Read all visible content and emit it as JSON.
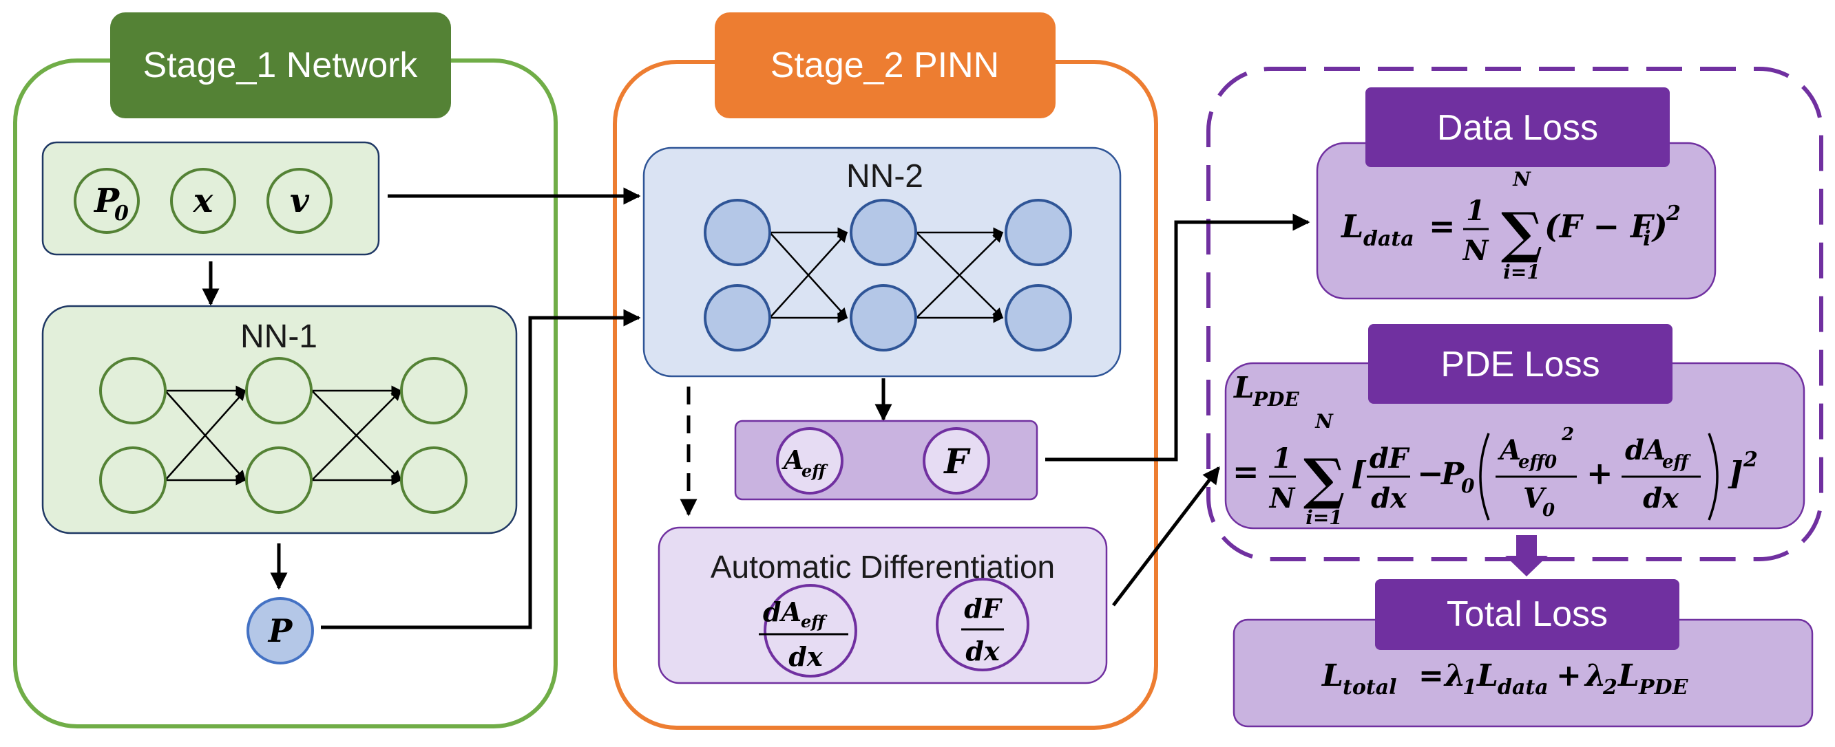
{
  "colors": {
    "stage1_border": "#70AD47",
    "stage1_header": "#548235",
    "stage1_fill": "#E2EFDA",
    "stage2_border": "#ED7D31",
    "stage2_header": "#ED7D31",
    "nn2_fill": "#DAE3F3",
    "node_blue": "#B4C7E7",
    "node_blue_stroke": "#2F5597",
    "loss_header": "#7030A0",
    "loss_fill": "#C9B3E0",
    "ad_fill": "#E6DCF3",
    "dash_border": "#7030A0"
  },
  "stage1": {
    "title": "Stage_1 Network",
    "inputs": [
      "P",
      "x",
      "v"
    ],
    "input_p_sub": "0",
    "nn_title": "NN-1",
    "output": "P"
  },
  "stage2": {
    "title": "Stage_2 PINN",
    "nn_title": "NN-2",
    "out_a": "A",
    "out_a_sub": "eff",
    "out_f": "F",
    "ad_title": "Automatic Differentiation",
    "ad_da_num": "dA",
    "ad_da_num_sub": "eff",
    "ad_df_num": "dF",
    "ad_den": "dx"
  },
  "losses": {
    "data": {
      "title": "Data Loss",
      "lhs": "L",
      "lhs_sub": "data",
      "eq": "=",
      "frac_num": "1",
      "frac_den": "N",
      "sum_top": "N",
      "sum_bottom": "i=1",
      "sigma": "∑",
      "term": "(F − F",
      "term_sub": "i",
      "term_end": ")",
      "power": "2"
    },
    "pde": {
      "title": "PDE Loss",
      "lhs": "L",
      "lhs_sub": "PDE",
      "eq": "=",
      "frac_num": "1",
      "frac_den": "N",
      "sum_top": "N",
      "sum_bottom": "i=1",
      "sigma": "∑",
      "open_bracket": "[",
      "df": "dF",
      "dx": "dx",
      "minus": "−",
      "p0": "P",
      "p0_sub": "0",
      "a_eff0": "A",
      "a_eff0_sub": "eff0",
      "sq": "2",
      "v0": "V",
      "v0_sub": "0",
      "plus": "+",
      "da_eff": "dA",
      "da_eff_sub": "eff",
      "close": "]",
      "power": "2"
    },
    "total": {
      "title": "Total Loss",
      "lhs": "L",
      "lhs_sub": "total",
      "eq": "=",
      "lambda": "λ",
      "l1_sub": "1",
      "l2_sub": "2",
      "ldata_sub": "data",
      "lpde_sub": "PDE",
      "plus": "+"
    }
  }
}
